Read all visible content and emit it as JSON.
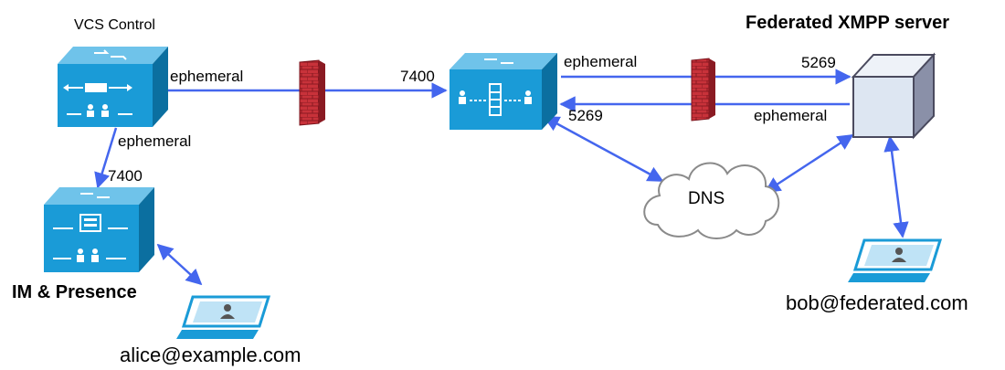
{
  "nodes": {
    "vcs_control": {
      "title": "VCS Control"
    },
    "im_presence": {
      "title": "IM & Presence"
    },
    "federated_server": {
      "title": "Federated XMPP server"
    },
    "dns": {
      "title": "DNS"
    },
    "alice": {
      "title": "alice@example.com"
    },
    "bob": {
      "title": "bob@federated.com"
    }
  },
  "links": {
    "vcs_to_expressway": {
      "source_port": "ephemeral",
      "dest_port": "7400"
    },
    "vcs_to_im": {
      "source_port": "ephemeral",
      "dest_port": "7400"
    },
    "expressway_to_federated": {
      "source_port": "ephemeral",
      "dest_port": "5269"
    },
    "federated_to_expressway": {
      "source_port": "ephemeral",
      "dest_port": "5269"
    }
  },
  "colors": {
    "router_blue": "#1a9bd7",
    "router_dark": "#0b6fa0",
    "arrow": "#4466ee",
    "firewall": "#c8323a",
    "server_face": "#dde6f2"
  },
  "icons": [
    "router-icon",
    "firewall-icon",
    "server-icon",
    "cloud-icon",
    "laptop-icon"
  ]
}
